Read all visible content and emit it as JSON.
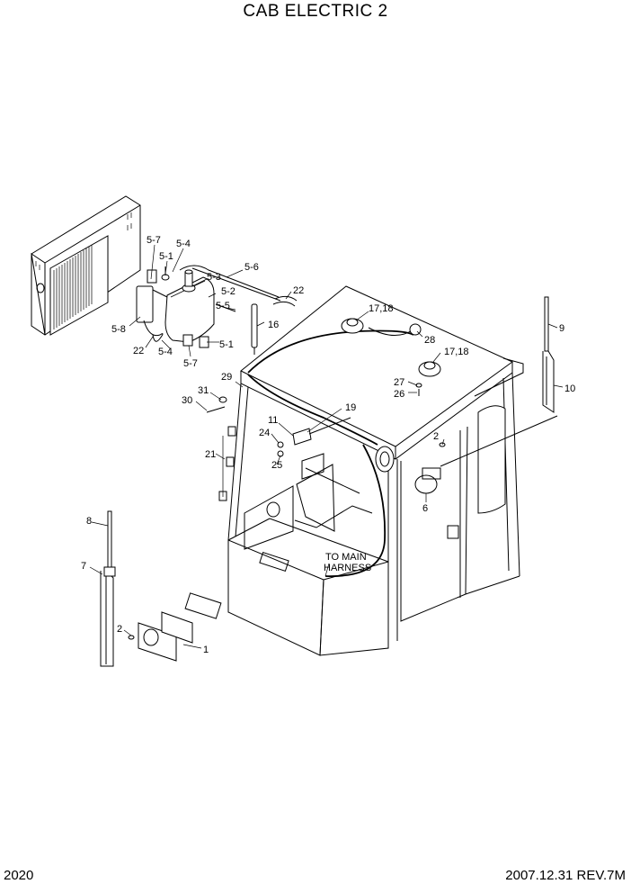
{
  "title": "CAB ELECTRIC 2",
  "footer": {
    "page": "2020",
    "revision": "2007.12.31  REV.7M"
  },
  "notes": {
    "harness_line1": "TO MAIN",
    "harness_line2": "HARNESS"
  },
  "callouts": {
    "c57a": "5-7",
    "c54a": "5-4",
    "c51a": "5-1",
    "c53": "5-3",
    "c56": "5-6",
    "c52": "5-2",
    "c55": "5-5",
    "c51b": "5-1",
    "c57b": "5-7",
    "c54b": "5-4",
    "c58": "5-8",
    "c22a": "22",
    "c22b": "22",
    "c16": "16",
    "c1718a": "17,18",
    "c1718b": "17,18",
    "c28": "28",
    "c27": "27",
    "c26": "26",
    "c9": "9",
    "c10": "10",
    "c29": "29",
    "c31": "31",
    "c30": "30",
    "c19": "19",
    "c11": "11",
    "c24": "24",
    "c25": "25",
    "c21": "21",
    "c2a": "2",
    "c6": "6",
    "c8": "8",
    "c7": "7",
    "c2b": "2",
    "c1": "1"
  }
}
